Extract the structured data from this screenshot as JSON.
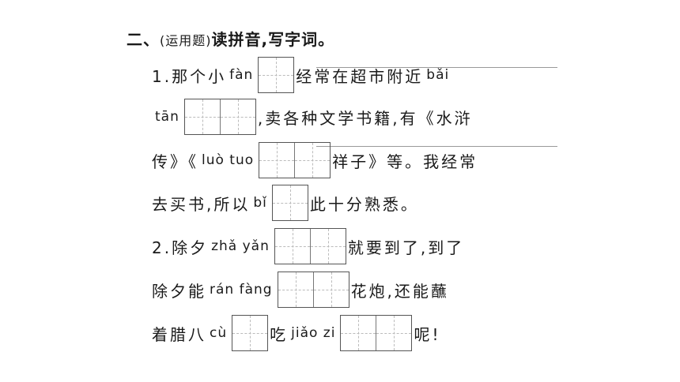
{
  "heading": {
    "number": "二、",
    "note": "(运用题)",
    "text": "读拼音,写字词。"
  },
  "lines": [
    {
      "p1": "1.那个小",
      "py1": "fàn",
      "p2": "经常在超市附近",
      "py2": "bǎi"
    },
    {
      "py1": "tān",
      "p2": ",卖各种文学书籍,有《水浒"
    },
    {
      "p1": "传》《",
      "py1": "luò tuo",
      "p2": "祥子》等。我经常"
    },
    {
      "p1": "去买书,所以",
      "py1": "bǐ",
      "p2": "此十分熟悉。"
    },
    {
      "p1": "2.除夕",
      "py1": "zhǎ yǎn",
      "p2": "就要到了,到了"
    },
    {
      "p1": "除夕能",
      "py1": "rán fàng",
      "p2": "花炮,还能蘸"
    },
    {
      "p1": "着腊八",
      "py1": "cù",
      "p2": "吃",
      "py2": "jiǎo zi",
      "p3": "呢!"
    }
  ]
}
